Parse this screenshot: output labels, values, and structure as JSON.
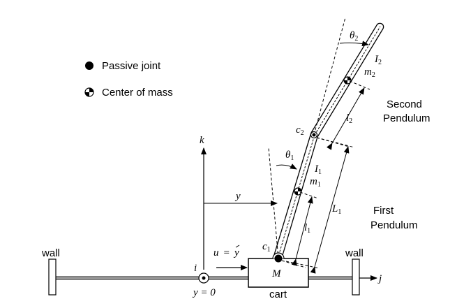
{
  "legend": {
    "passive_joint": "Passive joint",
    "center_of_mass": "Center of mass"
  },
  "labels": {
    "wall_left": "wall",
    "wall_right": "wall",
    "cart": "cart",
    "cart_mass": "M",
    "axis_k": "k",
    "axis_j": "j",
    "axis_i": "i",
    "y_dist": "y",
    "y_zero": "y = 0",
    "input_u": "u",
    "input_eq": "=",
    "input_y": "y",
    "c1": {
      "base": "c",
      "sub": "1"
    },
    "c2": {
      "base": "c",
      "sub": "2"
    },
    "theta1": {
      "base": "θ",
      "sub": "1"
    },
    "theta2": {
      "base": "θ",
      "sub": "2"
    },
    "I1": {
      "base": "I",
      "sub": "1"
    },
    "I2": {
      "base": "I",
      "sub": "2"
    },
    "m1": {
      "base": "m",
      "sub": "1"
    },
    "m2": {
      "base": "m",
      "sub": "2"
    },
    "l1": {
      "base": "l",
      "sub": "1"
    },
    "l2": {
      "base": "l",
      "sub": "2"
    },
    "L1": {
      "base": "L",
      "sub": "1"
    },
    "first_pendulum": [
      "First",
      "Pendulum"
    ],
    "second_pendulum": [
      "Second",
      "Pendulum"
    ]
  }
}
